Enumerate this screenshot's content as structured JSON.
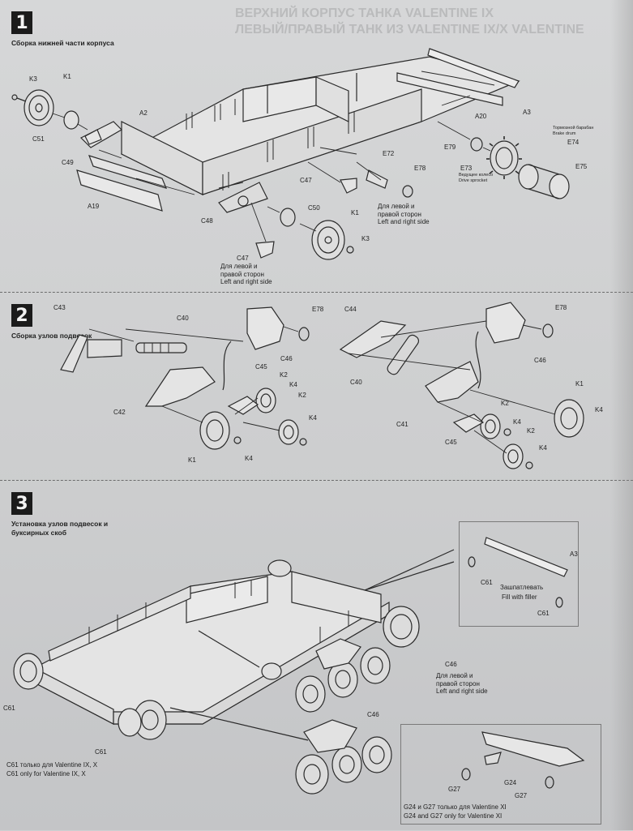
{
  "faded_header": [
    "ВЕРХНИЙ КОРПУС ТАНКА VALENTINE IX",
    "ЛЕВЫЙ/ПРАВЫЙ ТАНК ИЗ VALENTINE IX/X VALENTINE"
  ],
  "steps": [
    {
      "number": "1",
      "title": "Сборка нижней части корпуса",
      "labels": {
        "k3": "K3",
        "k1a": "K1",
        "c51": "C51",
        "a2": "A2",
        "c49": "C49",
        "a19": "A19",
        "a20": "A20",
        "a3": "A3",
        "c48": "C48",
        "c47a": "C47",
        "c47b": "C47",
        "c50": "C50",
        "k1b": "K1",
        "k3b": "K3",
        "e72": "E72",
        "e78": "E78",
        "e79": "E79",
        "e73": "E73",
        "e74": "E74",
        "e75": "E75"
      },
      "drum_ru": "Тормозной барабан",
      "drum_en": "Brake drum",
      "sprocket_ru": "Ведущее колесо",
      "sprocket_en": "Drive sprocket",
      "side_note_a": [
        "Для левой и",
        "правой сторон",
        "Left and right side"
      ],
      "side_note_b": [
        "Для левой и",
        "правой сторон",
        "Left and right side"
      ]
    },
    {
      "number": "2",
      "title": "Сборка узлов подвесок",
      "labels": {
        "c43": "C43",
        "c40a": "C40",
        "e78a": "E78",
        "c46a": "C46",
        "c45a": "C45",
        "k2a": "K2",
        "k4a": "K4",
        "k2b": "K2",
        "k4b": "K4",
        "c42": "C42",
        "k1a": "K1",
        "k4c": "K4",
        "c44": "C44",
        "e78b": "E78",
        "c40b": "C40",
        "c46b": "C46",
        "k1b": "K1",
        "k4d": "K4",
        "k2c": "K2",
        "c41": "C41",
        "k4e": "K4",
        "k2d": "K2",
        "c45b": "C45",
        "k4f": "K4"
      }
    },
    {
      "number": "3",
      "title": "Установка узлов подвесок и буксирных скоб",
      "labels": {
        "a3": "A3",
        "c61a": "C61",
        "c61b": "C61",
        "c61c": "C61",
        "c61d": "C61",
        "c46a": "C46",
        "c46b": "C46",
        "g27a": "G27",
        "g24": "G24",
        "g27b": "G27"
      },
      "filler_ru": "Зашпатлевать",
      "filler_en": "Fill with filler",
      "side_note": [
        "Для левой и",
        "правой сторон",
        "Left and right side"
      ],
      "c61_note_ru": "C61 только для Valentine IX, X",
      "c61_note_en": "C61 only for Valentine IX, X",
      "g_note_ru": "G24 и G27 только для Valentine XI",
      "g_note_en": "G24 and G27 only for Valentine XI"
    }
  ],
  "colors": {
    "ink": "#1e1e1e",
    "paper": "#d2d3d4",
    "badge": "#1b1b1b"
  }
}
